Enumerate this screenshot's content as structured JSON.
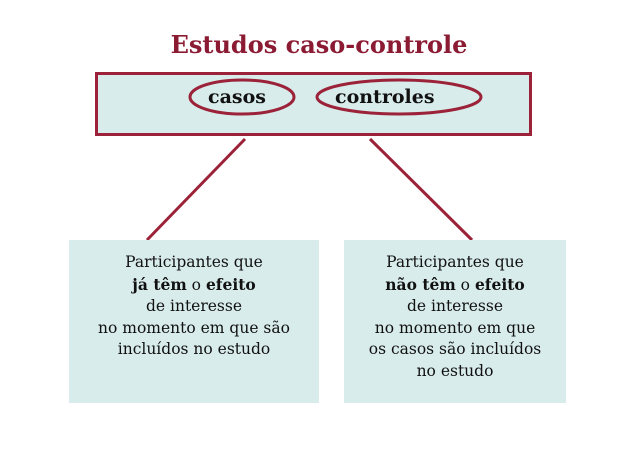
{
  "title": "Estudos caso-controle",
  "colors": {
    "accent": "#9b2238",
    "box_fill": "#d8eceb",
    "text": "#111111"
  },
  "groups": {
    "cases": "casos",
    "controls": "controles"
  },
  "cases_box": {
    "line1": "Participantes que",
    "line2_bold1": "já têm",
    "line2_mid": " o ",
    "line2_bold2": "efeito",
    "line3": "de interesse",
    "line4": "no momento em que são",
    "line5": "incluídos no estudo"
  },
  "controls_box": {
    "line1": "Participantes que",
    "line2_bold1": "não têm",
    "line2_mid": " o ",
    "line2_bold2": "efeito",
    "line3": "de interesse",
    "line4": "no momento em que",
    "line5": "os casos são incluídos",
    "line6": "no estudo"
  }
}
